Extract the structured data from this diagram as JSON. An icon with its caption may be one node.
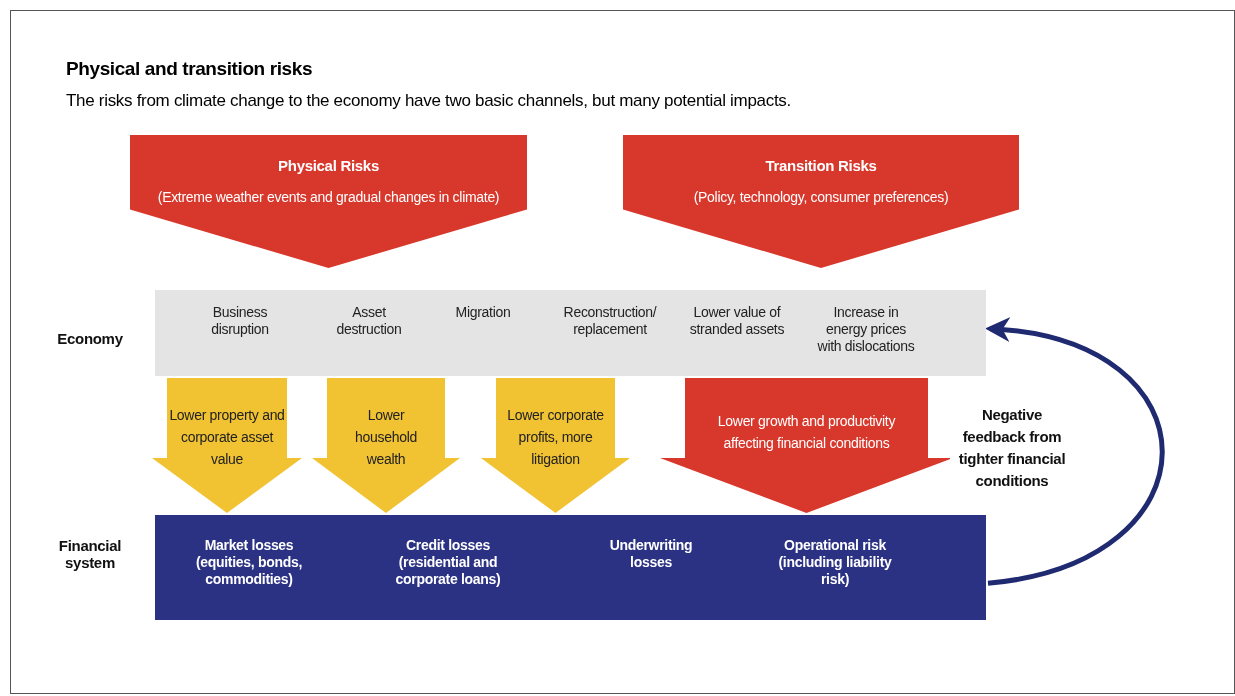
{
  "diagram": {
    "title": "Physical and transition risks",
    "caption": "The risks from climate change to the economy have two basic channels, but many potential impacts.",
    "nodes": [
      {
        "text": [
          "Physical Risks",
          "(Extreme weather events and gradual changes in climate)"
        ]
      },
      {
        "text": [
          "Transition Risks",
          "(Policy, technology, consumer preferences)"
        ]
      },
      {
        "text": [
          "Economy",
          "Business disruption",
          "Asset destruction",
          "Migration",
          "Reconstruction/ replacement",
          "Lower value of stranded assets",
          "Increase in energy prices with dislocations"
        ]
      },
      {
        "text": [
          "Financial system",
          "Market losses (equities, bonds, commodities)",
          "Credit losses (residential and corporate loans)",
          "Underwriting losses",
          "Operational risk (including liability risk)"
        ]
      }
    ],
    "edges": [
      {
        "from": 2,
        "to": 3,
        "arrow": "to",
        "label": "Lower property and corporate asset value",
        "style": "thick"
      },
      {
        "from": 2,
        "to": 3,
        "arrow": "to",
        "label": "Lower household wealth",
        "style": "thick"
      },
      {
        "from": 2,
        "to": 3,
        "arrow": "to",
        "label": "Lower corporate profits, more litigation",
        "style": "thick"
      },
      {
        "from": 2,
        "to": 3,
        "arrow": "to",
        "label": "Lower growth and productivity affecting financial conditions",
        "style": "thick",
        "color": "#d8372c"
      },
      {
        "from": 3,
        "to": 2,
        "arrow": "to",
        "label": "Negative feedback from tighter financial conditions",
        "color": "#1f2a70"
      }
    ]
  }
}
